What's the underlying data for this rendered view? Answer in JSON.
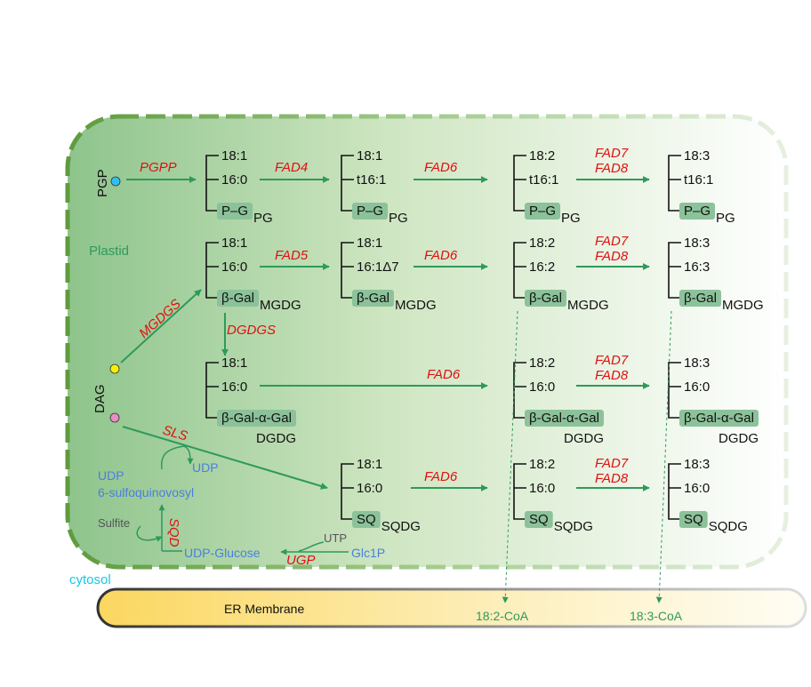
{
  "compartments": {
    "plastid": "Plastid",
    "cytosol": "cytosol",
    "er_membrane": "ER Membrane"
  },
  "colors": {
    "arrow": "#2e9a5a",
    "enzyme": "#e01010",
    "blue_text": "#4a7fe0",
    "plastid_border": "#5e9b3c",
    "headgroup_box": "#8cc29a",
    "cytosol": "#18c7e6"
  },
  "precursors": {
    "pgp": "PGP",
    "dag": "DAG"
  },
  "enzymes": {
    "pgpp": "PGPP",
    "fad4": "FAD4",
    "fad5": "FAD5",
    "fad6_pg": "FAD6",
    "fad6_mgdg": "FAD6",
    "fad6_dgdg": "FAD6",
    "fad6_sqdg": "FAD6",
    "fad7_pg": "FAD7",
    "fad8_pg": "FAD8",
    "fad7_mgdg": "FAD7",
    "fad8_mgdg": "FAD8",
    "fad7_dgdg": "FAD7",
    "fad8_dgdg": "FAD8",
    "fad7_sqdg": "FAD7",
    "fad8_sqdg": "FAD8",
    "mgdgs": "MGDGS",
    "dgdgs": "DGDGS",
    "sls": "SLS",
    "sqd": "SQD",
    "ugp": "UGP"
  },
  "lipids": {
    "pg": [
      {
        "a1": "18:1",
        "a2": "16:0",
        "head": "P–G",
        "name": "PG"
      },
      {
        "a1": "18:1",
        "a2": "t16:1",
        "head": "P–G",
        "name": "PG"
      },
      {
        "a1": "18:2",
        "a2": "t16:1",
        "head": "P–G",
        "name": "PG"
      },
      {
        "a1": "18:3",
        "a2": "t16:1",
        "head": "P–G",
        "name": "PG"
      }
    ],
    "mgdg": [
      {
        "a1": "18:1",
        "a2": "16:0",
        "head": "β-Gal",
        "name": "MGDG"
      },
      {
        "a1": "18:1",
        "a2": "16:1Δ7",
        "head": "β-Gal",
        "name": "MGDG"
      },
      {
        "a1": "18:2",
        "a2": "16:2",
        "head": "β-Gal",
        "name": "MGDG"
      },
      {
        "a1": "18:3",
        "a2": "16:3",
        "head": "β-Gal",
        "name": "MGDG"
      }
    ],
    "dgdg": [
      {
        "a1": "18:1",
        "a2": "16:0",
        "head": "β-Gal-α-Gal",
        "name": "DGDG"
      },
      {
        "a1": "18:2",
        "a2": "16:0",
        "head": "β-Gal-α-Gal",
        "name": "DGDG"
      },
      {
        "a1": "18:3",
        "a2": "16:0",
        "head": "β-Gal-α-Gal",
        "name": "DGDG"
      }
    ],
    "sqdg": [
      {
        "a1": "18:1",
        "a2": "16:0",
        "head": "SQ",
        "name": "SQDG"
      },
      {
        "a1": "18:2",
        "a2": "16:0",
        "head": "SQ",
        "name": "SQDG"
      },
      {
        "a1": "18:3",
        "a2": "16:0",
        "head": "SQ",
        "name": "SQDG"
      }
    ]
  },
  "sulfolipid_pathway": {
    "udp_sq_1": "UDP",
    "udp_sq_2": "6-sulfoquinovosyl",
    "udp": "UDP",
    "sulfite": "Sulfite",
    "udp_glucose": "UDP-Glucose",
    "utp": "UTP",
    "glc1p": "Glc1P"
  },
  "exports": {
    "c182": "18:2-CoA",
    "c183": "18:3-CoA"
  }
}
